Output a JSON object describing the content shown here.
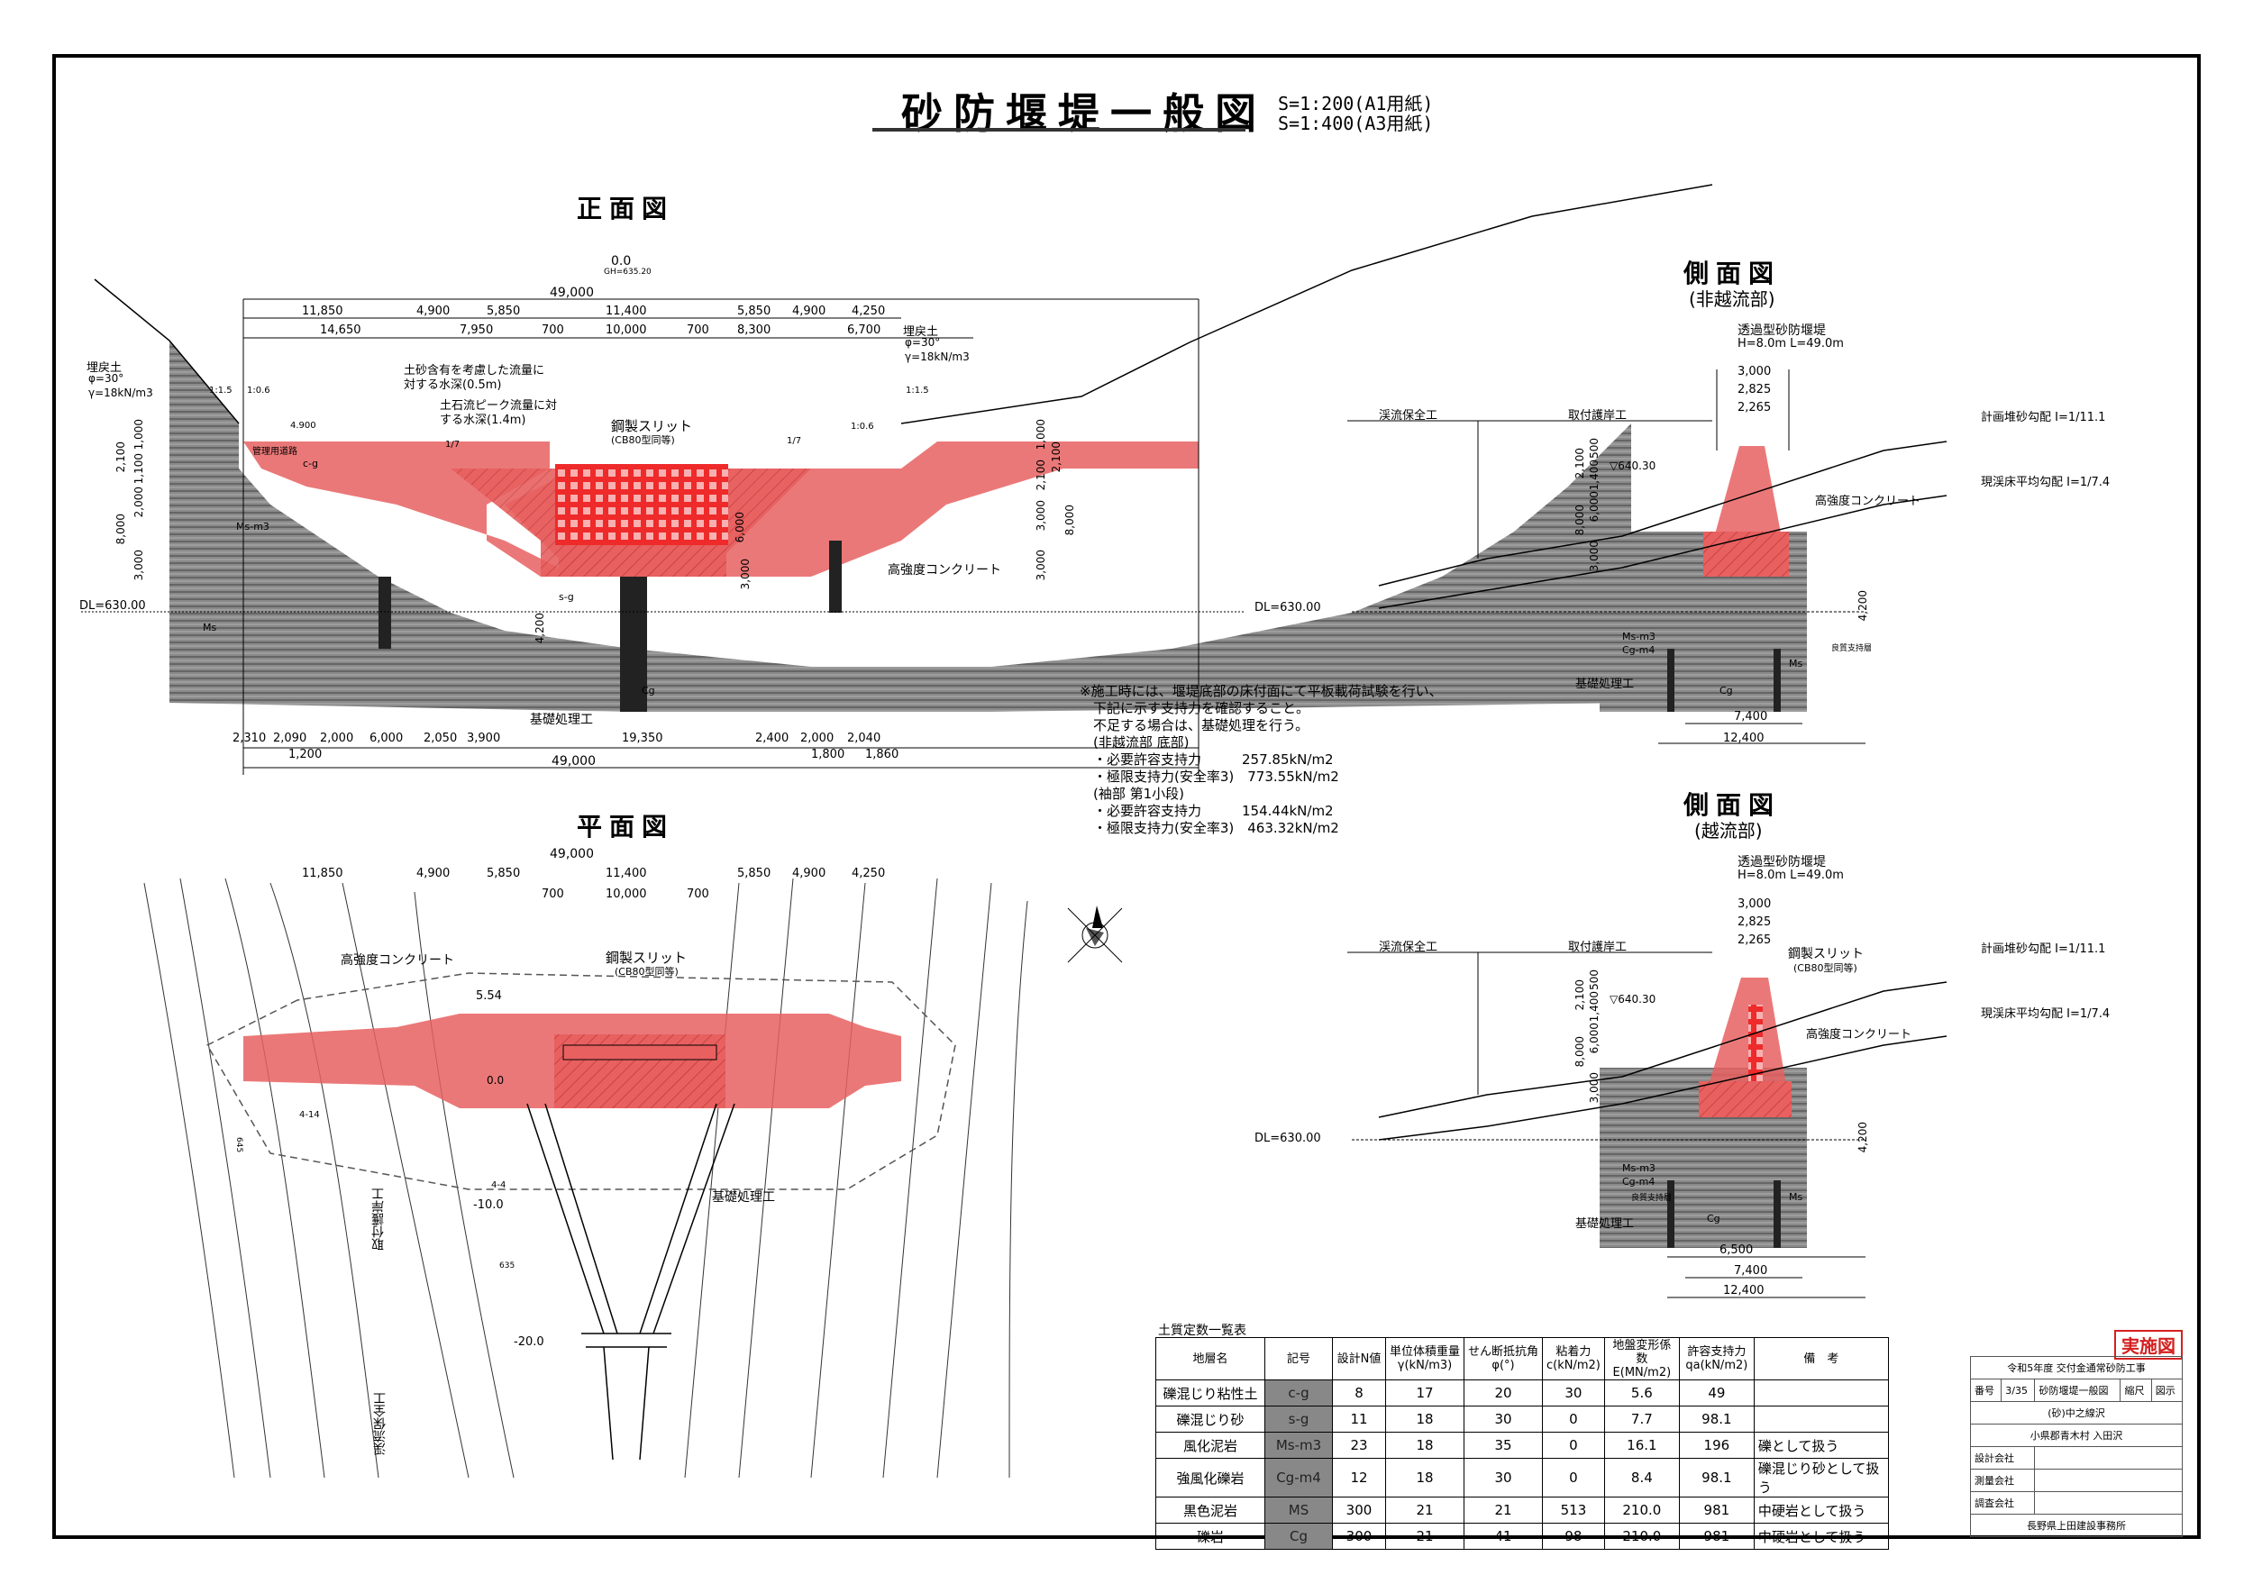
{
  "sheet": {
    "title": "砂防堰堤一般図",
    "scale_a1": "S=1:200(A1用紙)",
    "scale_a3": "S=1:400(A3用紙)"
  },
  "colors": {
    "dam_fill": "#e86060",
    "hatch_ground": "#6e6e6e",
    "stamp": "#d32020"
  },
  "front_view": {
    "title": "正面図",
    "origin_label": "0.0",
    "origin_sub": "GH=635.20",
    "total_width": "49,000",
    "top_dims": [
      "11,850",
      "4,900",
      "5,850",
      "11,400",
      "5,850",
      "4,900",
      "4,250"
    ],
    "second_dims": [
      "14,650",
      "7,950",
      "700",
      "10,000",
      "700",
      "8,300",
      "6,700"
    ],
    "bottom_dims": [
      "2,310",
      "2,090",
      "2,000",
      "6,000",
      "2,050",
      "3,900",
      "19,350",
      "2,400",
      "2,000",
      "2,040"
    ],
    "bottom_dims2": [
      "1,200",
      "1,800",
      "1,860"
    ],
    "bottom_total": "49,000",
    "left_fill": {
      "name": "埋戻土",
      "phi": "φ=30°",
      "gamma": "γ=18kN/m3"
    },
    "right_fill": {
      "name": "埋戻土",
      "phi": "φ=30°",
      "gamma": "γ=18kN/m3"
    },
    "water_note1": "土砂含有を考慮した流量に対する水深(0.5m)",
    "water_note2": "土石流ピーク流量に対する水深(1.4m)",
    "slit_label": "鋼製スリット",
    "slit_sub": "(CB80型同等)",
    "concrete_label": "高強度コンクリート",
    "foundation_label": "基礎処理工",
    "dl": "DL=630.00",
    "left_vert_dims": [
      "1,000",
      "2,100",
      "1,100",
      "2,000",
      "8,000",
      "3,000"
    ],
    "right_vert_dims": [
      "1,000",
      "2,100",
      "2,100",
      "3,000",
      "8,000",
      "3,000"
    ],
    "center_dims": [
      "4,200",
      "6,000",
      "3,000"
    ],
    "soil_tags": [
      "c-g",
      "s-g",
      "Ms-m3",
      "Ms",
      "Cg"
    ],
    "slopes": [
      "1:1.5",
      "1:0.6",
      "1/7",
      "1/7",
      "1:0.6",
      "1:1.5"
    ],
    "road_label": "管理用道路",
    "road_width": "4.900"
  },
  "plan_view": {
    "title": "平面図",
    "total_width": "49,000",
    "top_dims": [
      "11,850",
      "4,900",
      "5,850",
      "11,400",
      "5,850",
      "4,900",
      "4,250"
    ],
    "second_dims": [
      "700",
      "10,000",
      "700"
    ],
    "concrete_label": "高強度コンクリート",
    "slit_label": "鋼製スリット",
    "slit_sub": "(CB80型同等)",
    "foundation_label": "基礎処理工",
    "dim_554": "5.54",
    "center_val": "0.0",
    "chain_1": "-10.0",
    "chain_2": "-20.0",
    "label_bank": "取付護岸工",
    "label_bed": "渓流保全工",
    "contour_635": "635",
    "contour_645": "645",
    "point_1": "4-14",
    "point_2": "4-4"
  },
  "side_nonoverflow": {
    "title": "側面図",
    "subtitle": "(非越流部)",
    "dam_type": "透過型砂防堰堤",
    "dam_spec": "H=8.0m L=49.0m",
    "top_dims": [
      "3,000",
      "2,825",
      "2,265"
    ],
    "bed_protection": "渓流保全工",
    "bank_protection": "取付護岸工",
    "plan_grade": "計画堆砂勾配 I=1/11.1",
    "current_grade": "現渓床平均勾配 I=1/7.4",
    "concrete_label": "高強度コンクリート",
    "wl": "▽640.30",
    "dl": "DL=630.00",
    "vert_dims": [
      "2,100",
      "500",
      "1,400",
      "8,000",
      "6,000",
      "3,000"
    ],
    "depth_dim": "4,200",
    "bottom_dims": [
      "7,400",
      "12,400"
    ],
    "soil_tags": [
      "Ms-m3",
      "Cg-m4",
      "Cg",
      "Ms"
    ],
    "foundation_label": "基礎処理工",
    "support_label": "良質支持層"
  },
  "side_overflow": {
    "title": "側面図",
    "subtitle": "(越流部)",
    "dam_type": "透過型砂防堰堤",
    "dam_spec": "H=8.0m L=49.0m",
    "top_dims": [
      "3,000",
      "2,825",
      "2,265"
    ],
    "bed_protection": "渓流保全工",
    "bank_protection": "取付護岸工",
    "slit_label": "鋼製スリット",
    "slit_sub": "(CB80型同等)",
    "plan_grade": "計画堆砂勾配 I=1/11.1",
    "current_grade": "現渓床平均勾配 I=1/7.4",
    "concrete_label": "高強度コンクリート",
    "wl": "▽640.30",
    "dl": "DL=630.00",
    "vert_dims": [
      "2,100",
      "500",
      "1,400",
      "8,000",
      "6,000",
      "3,000"
    ],
    "depth_dim": "4,200",
    "bottom_dims": [
      "6,500",
      "7,400",
      "12,400"
    ],
    "soil_tags": [
      "Ms-m3",
      "Cg-m4",
      "Cg",
      "Ms"
    ],
    "foundation_label": "基礎処理工",
    "support_label": "良質支持層"
  },
  "notes": {
    "lines": [
      "※施工時には、堰堤底部の床付面にて平板載荷試験を行い、",
      "　下記に示す支持力を確認すること。",
      "　不足する場合は、基礎処理を行う。",
      "　(非越流部 底部)",
      "　・必要許容支持力　　　257.85kN/m2",
      "　・極限支持力(安全率3)　773.55kN/m2",
      "　(袖部 第1小段)",
      "　・必要許容支持力　　　154.44kN/m2",
      "　・極限支持力(安全率3)　463.32kN/m2"
    ]
  },
  "soil_table": {
    "caption": "土質定数一覧表",
    "headers": [
      "地層名",
      "記号",
      "設計N値",
      "単位体積重量 γ(kN/m3)",
      "せん断抵抗角 φ(°)",
      "粘着力 c(kN/m2)",
      "地盤変形係数 E(MN/m2)",
      "許容支持力 qa(kN/m2)",
      "備　考"
    ],
    "rows": [
      [
        "礫混じり粘性土",
        "c-g",
        "8",
        "17",
        "20",
        "30",
        "5.6",
        "49",
        ""
      ],
      [
        "礫混じり砂",
        "s-g",
        "11",
        "18",
        "30",
        "0",
        "7.7",
        "98.1",
        ""
      ],
      [
        "風化泥岩",
        "Ms-m3",
        "23",
        "18",
        "35",
        "0",
        "16.1",
        "196",
        "礫として扱う"
      ],
      [
        "強風化礫岩",
        "Cg-m4",
        "12",
        "18",
        "30",
        "0",
        "8.4",
        "98.1",
        "礫混じり砂として扱う"
      ],
      [
        "黒色泥岩",
        "MS",
        "300",
        "21",
        "21",
        "513",
        "210.0",
        "981",
        "中硬岩として扱う"
      ],
      [
        "礫岩",
        "Cg",
        "300",
        "21",
        "41",
        "98",
        "210.0",
        "981",
        "中硬岩として扱う"
      ]
    ]
  },
  "title_block": {
    "stamp": "実施図",
    "project": "令和5年度 交付金通常砂防工事",
    "no_label": "番号",
    "sheet_no": "3/35",
    "drawing_name": "砂防堰堤一般図",
    "scale_label": "縮尺",
    "scale_value": "図示",
    "river": "(砂)中之線沢",
    "location": "小県郡青木村 入田沢",
    "designer_label": "設計会社",
    "survey_label": "測量会社",
    "investigation_label": "調査会社",
    "office": "長野県上田建設事務所"
  }
}
